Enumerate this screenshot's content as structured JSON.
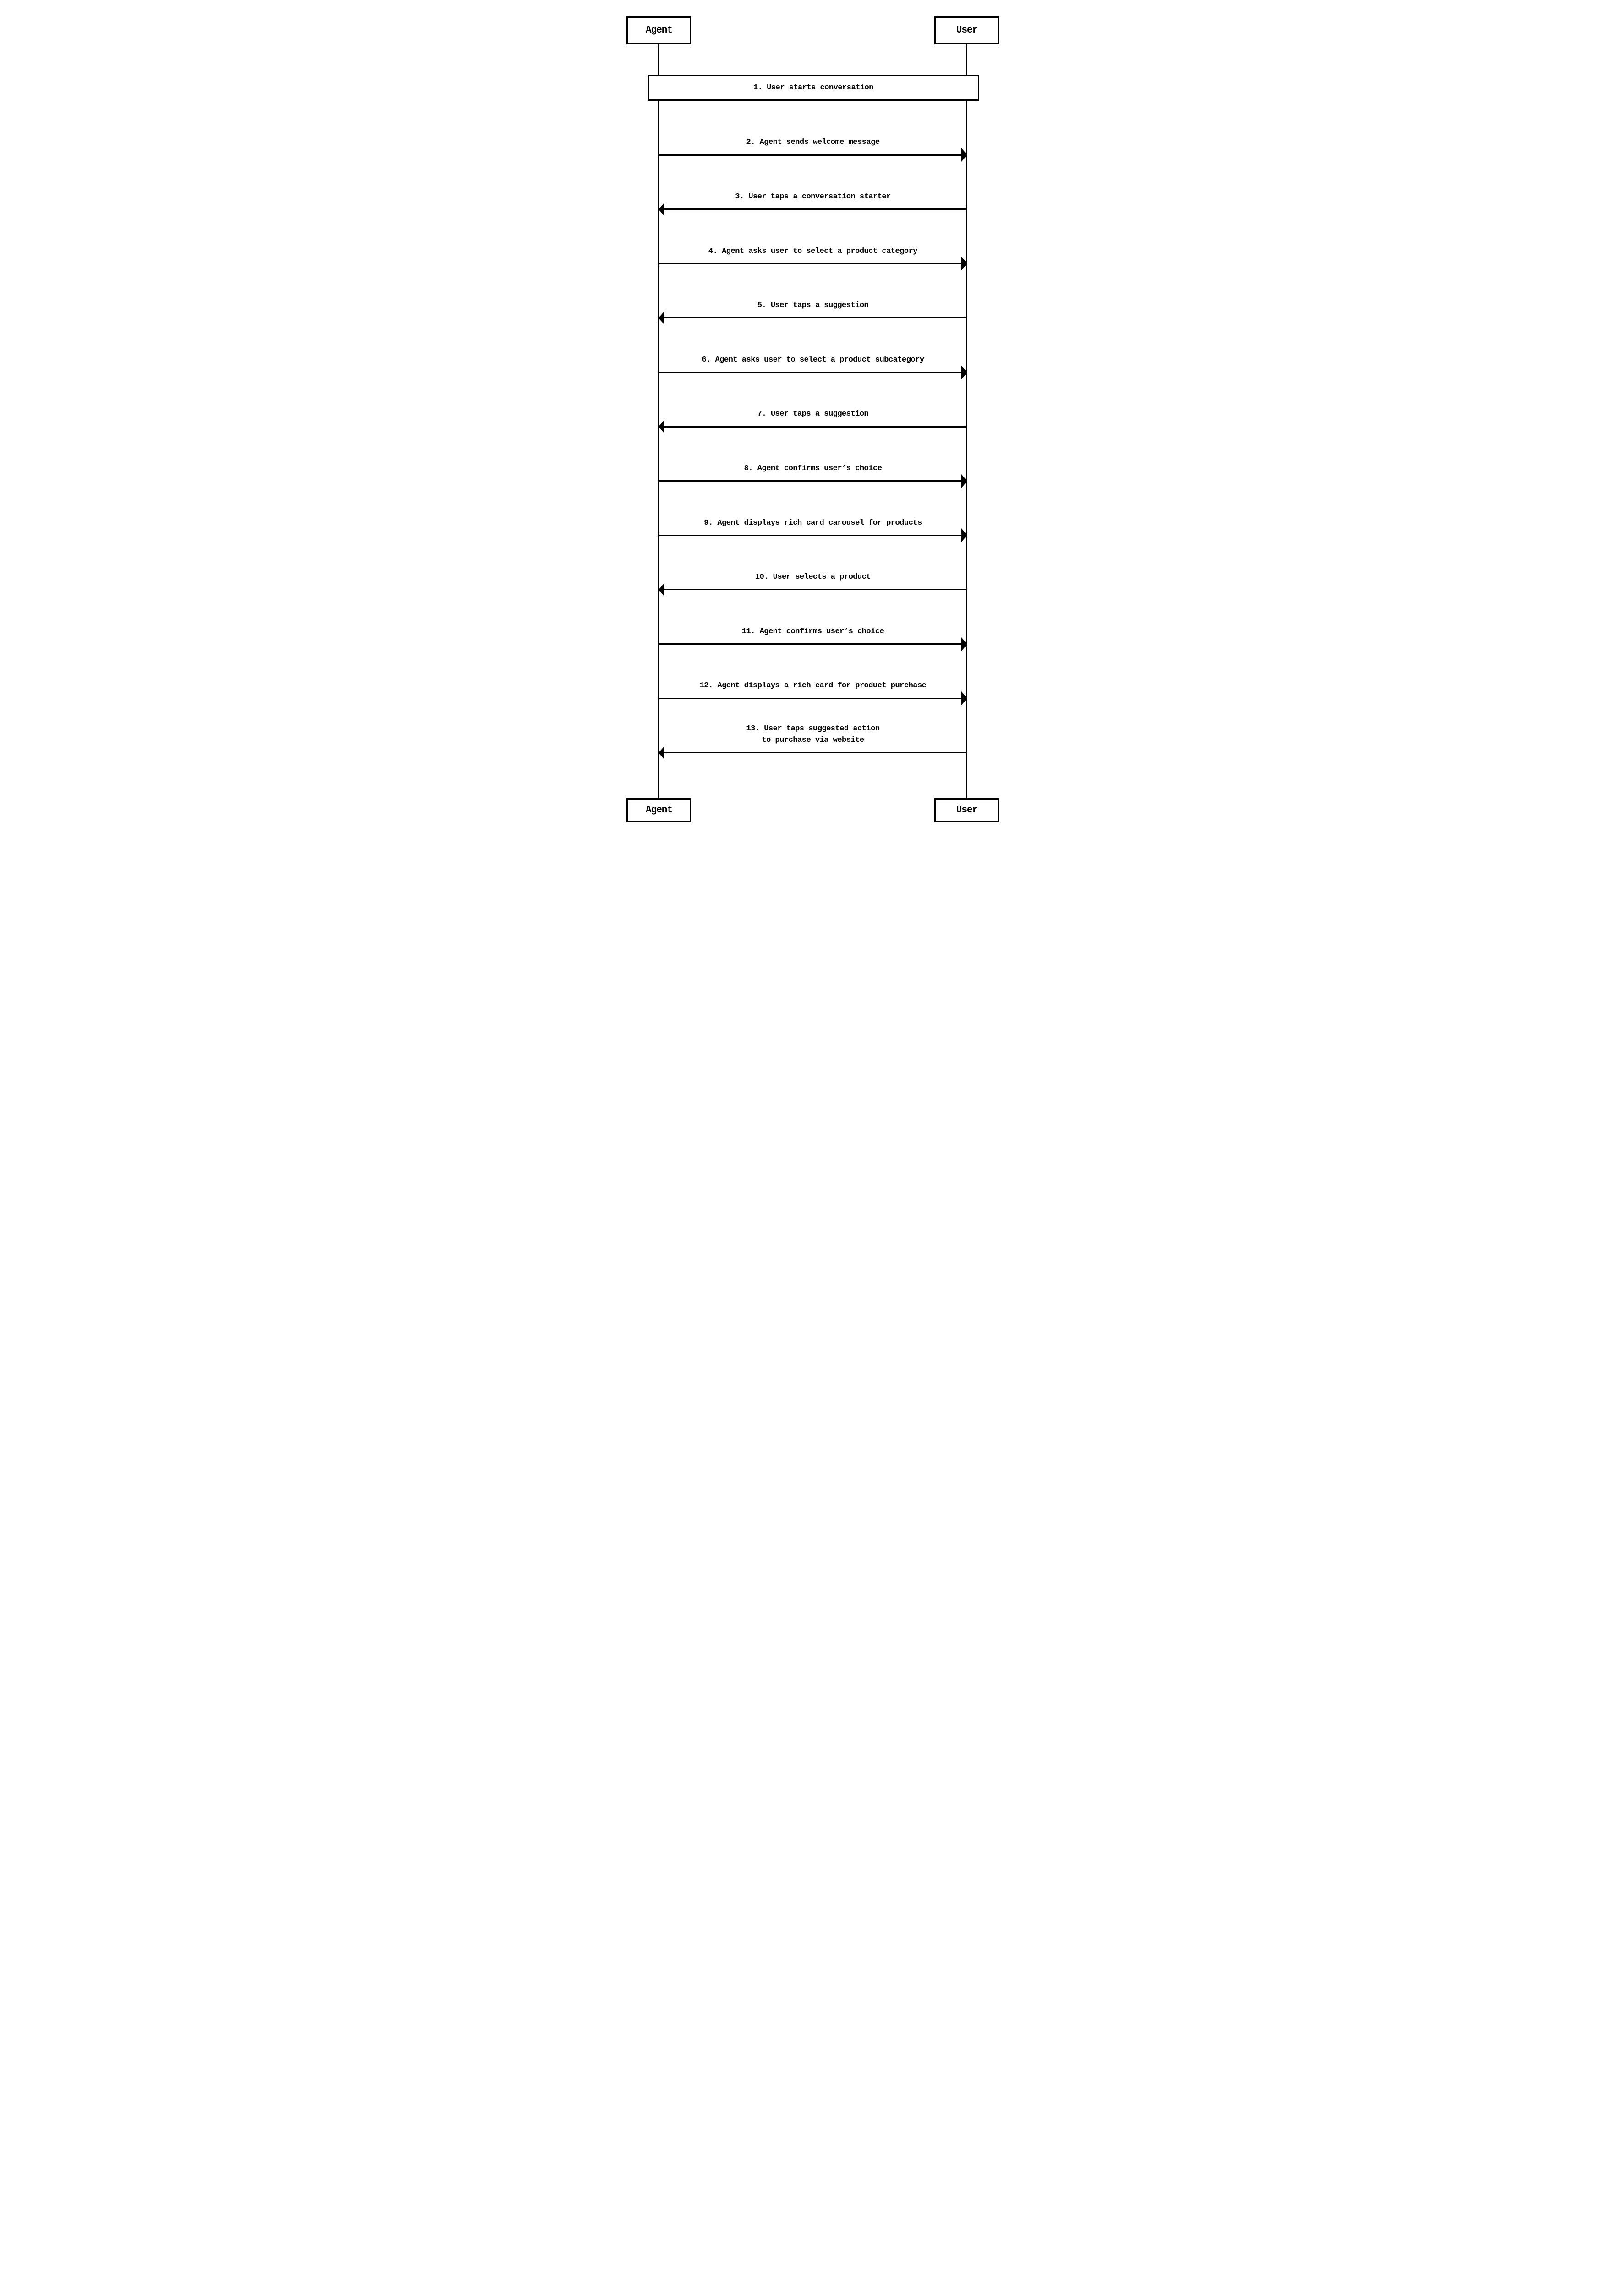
{
  "diagram": {
    "type": "sequence-diagram",
    "colors": {
      "stroke": "#000000",
      "background": "#ffffff"
    },
    "participants": [
      {
        "id": "agent",
        "label": "Agent"
      },
      {
        "id": "user",
        "label": "User"
      }
    ],
    "events": [
      {
        "n": 1,
        "kind": "box",
        "text": "1. User starts conversation"
      },
      {
        "n": 2,
        "kind": "message",
        "from": "Agent",
        "to": "User",
        "text": "2. Agent sends welcome message"
      },
      {
        "n": 3,
        "kind": "message",
        "from": "User",
        "to": "Agent",
        "text": "3. User taps a conversation starter"
      },
      {
        "n": 4,
        "kind": "message",
        "from": "Agent",
        "to": "User",
        "text": "4. Agent asks user to select a product category"
      },
      {
        "n": 5,
        "kind": "message",
        "from": "User",
        "to": "Agent",
        "text": "5. User taps a suggestion"
      },
      {
        "n": 6,
        "kind": "message",
        "from": "Agent",
        "to": "User",
        "text": "6. Agent asks user to select a product subcategory"
      },
      {
        "n": 7,
        "kind": "message",
        "from": "User",
        "to": "Agent",
        "text": "7. User taps a suggestion"
      },
      {
        "n": 8,
        "kind": "message",
        "from": "Agent",
        "to": "User",
        "text": "8. Agent confirms user’s choice"
      },
      {
        "n": 9,
        "kind": "message",
        "from": "Agent",
        "to": "User",
        "text": "9. Agent displays rich card carousel for products"
      },
      {
        "n": 10,
        "kind": "message",
        "from": "User",
        "to": "Agent",
        "text": "10. User selects a product"
      },
      {
        "n": 11,
        "kind": "message",
        "from": "Agent",
        "to": "User",
        "text": "11. Agent confirms user’s choice"
      },
      {
        "n": 12,
        "kind": "message",
        "from": "Agent",
        "to": "User",
        "text": "12. Agent displays a rich card for product purchase"
      },
      {
        "n": 13,
        "kind": "message",
        "from": "User",
        "to": "Agent",
        "text": "13. User taps suggested action\nto purchase via website"
      }
    ]
  }
}
